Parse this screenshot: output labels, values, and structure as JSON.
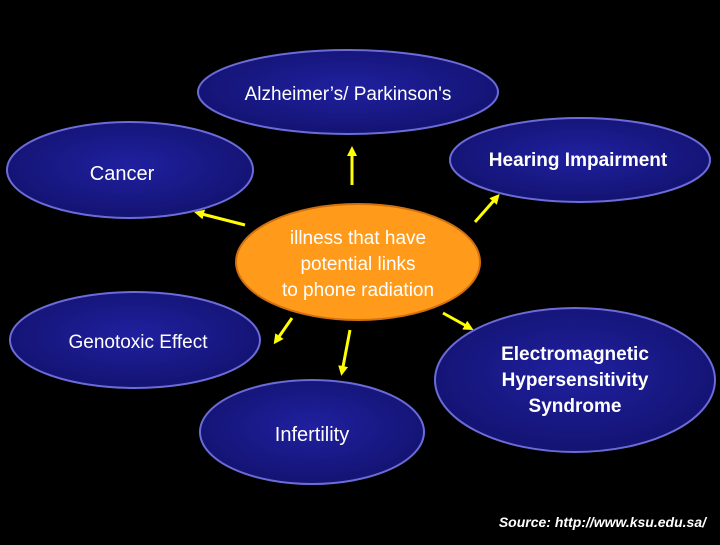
{
  "center": {
    "lines": [
      "illness that have",
      "potential links",
      "to phone radiation"
    ]
  },
  "nodes": {
    "alzheimers": "Alzheimer’s/ Parkinson's",
    "hearing": "Hearing Impairment",
    "cancer": "Cancer",
    "genotoxic": "Genotoxic Effect",
    "infertility": "Infertility",
    "ehs": [
      "Electromagnetic",
      "Hypersensitivity",
      "Syndrome"
    ]
  },
  "source": "Source: http://www.ksu.edu.sa/",
  "colors": {
    "background": "#000000",
    "node_fill": "#1a1a8c",
    "node_stroke": "#6b6bd9",
    "center_fill": "#ff9a1a",
    "arrow": "#ffff00",
    "text": "#ffffff",
    "center_text": "#ffffff"
  }
}
